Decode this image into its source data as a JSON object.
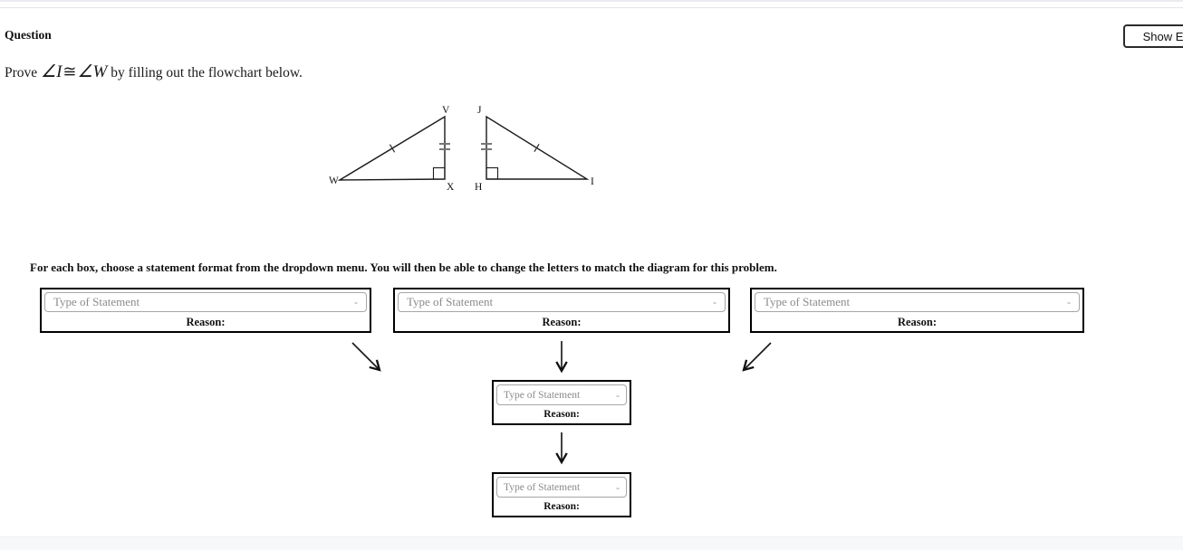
{
  "header": {
    "title": "Question",
    "show_example_label": "Show Example"
  },
  "prompt": {
    "prefix": "Prove ",
    "angle1": "∠I",
    "congruent": "≅",
    "angle2": "∠W",
    "suffix": " by filling out the flowchart below."
  },
  "instruction": "For each box, choose a statement format from the dropdown menu. You will then be able to change the letters to match the diagram for this problem.",
  "diagram": {
    "labels": {
      "V": "V",
      "W": "W",
      "X": "X",
      "J": "J",
      "H": "H",
      "I": "I"
    },
    "triangle_left": {
      "vertices": "WVX",
      "right_angle_at": "X",
      "single_tick_side": "WV",
      "double_tick_side": "VX"
    },
    "triangle_right": {
      "vertices": "JHI",
      "right_angle_at": "H",
      "single_tick_side": "JI",
      "double_tick_side": "JH"
    }
  },
  "flowchart": {
    "boxes": [
      {
        "placeholder": "Type of Statement",
        "caret": "-",
        "reason_label": "Reason:"
      },
      {
        "placeholder": "Type of Statement",
        "caret": "-",
        "reason_label": "Reason:"
      },
      {
        "placeholder": "Type of Statement",
        "caret": "-",
        "reason_label": "Reason:"
      },
      {
        "placeholder": "Type of Statement",
        "caret": "-",
        "reason_label": "Reason:"
      },
      {
        "placeholder": "Type of Statement",
        "caret": "-",
        "reason_label": "Reason:"
      }
    ]
  },
  "colors": {
    "box_border": "#000000",
    "dropdown_border": "#a6a6a6",
    "placeholder_text": "#8b8b8b",
    "footer_band": "#f7f8fa"
  }
}
